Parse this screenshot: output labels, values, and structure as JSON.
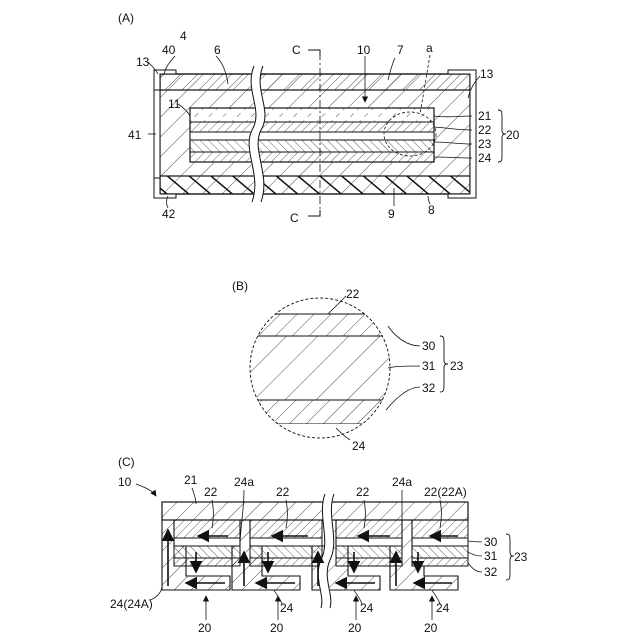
{
  "figure_a": {
    "panel_label": "(A)",
    "labels": {
      "n4": "4",
      "n40": "40",
      "n6": "6",
      "sec_c_top": "C",
      "n10": "10",
      "n7": "7",
      "a": "a",
      "n13_left": "13",
      "n13_right": "13",
      "n11": "11",
      "n21": "21",
      "n22": "22",
      "n23": "23",
      "n24": "24",
      "n20": "20",
      "n41": "41",
      "n42": "42",
      "sec_c_bottom": "C",
      "n9": "9",
      "n8": "8"
    }
  },
  "figure_b": {
    "panel_label": "(B)",
    "labels": {
      "n22": "22",
      "n30": "30",
      "n31": "31",
      "n32": "32",
      "n23": "23",
      "n24": "24"
    }
  },
  "figure_c": {
    "panel_label": "(C)",
    "labels": {
      "n10": "10",
      "n21": "21",
      "n22_1": "22",
      "n24a_1": "24a",
      "n22_2": "22",
      "n22_3": "22",
      "n24a_2": "24a",
      "n22_22a": "22(22A)",
      "n30": "30",
      "n31": "31",
      "n32": "32",
      "n23": "23",
      "n24_24a": "24(24A)",
      "n24_1": "24",
      "n24_2": "24",
      "n24_3": "24",
      "n20_1": "20",
      "n20_2": "20",
      "n20_3": "20",
      "n20_4": "20"
    }
  }
}
